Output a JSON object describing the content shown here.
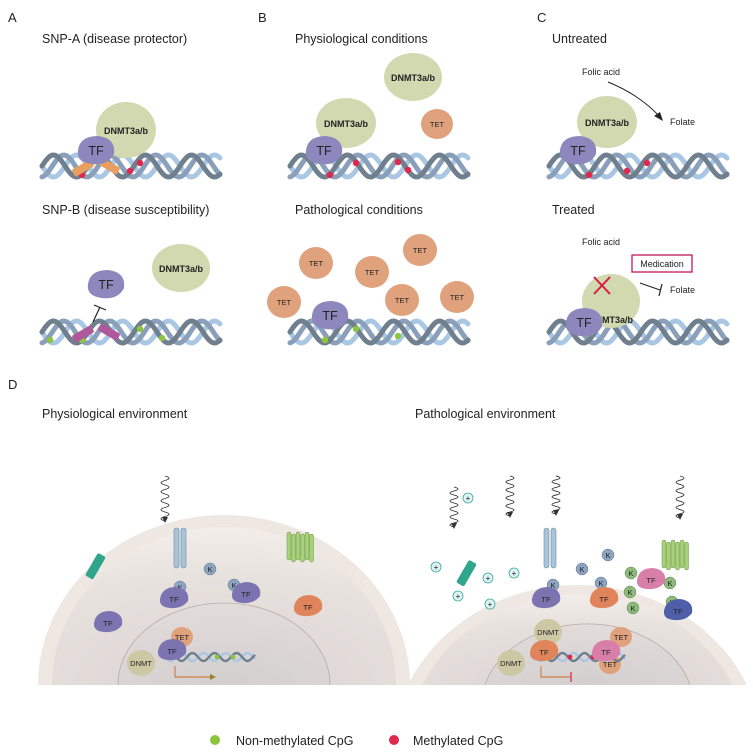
{
  "panels": {
    "A": {
      "letter": "A",
      "top_title": "SNP-A (disease protector)",
      "bottom_title": "SNP-B (disease susceptibility)"
    },
    "B": {
      "letter": "B",
      "top_title": "Physiological conditions",
      "bottom_title": "Pathological conditions"
    },
    "C": {
      "letter": "C",
      "top_title": "Untreated",
      "bottom_title": "Treated",
      "folic_acid": "Folic acid",
      "folate": "Folate",
      "medication": "Medication"
    },
    "D": {
      "letter": "D",
      "left_title": "Physiological environment",
      "right_title": "Pathological environment"
    }
  },
  "labels": {
    "dnmt3": "DNMT3a/b",
    "tf": "TF",
    "tet": "TET",
    "dnmt": "DNMT",
    "k": "K",
    "plus": "+"
  },
  "legend": {
    "non_methylated": "Non-methylated CpG",
    "methylated": "Methylated CpG"
  },
  "colors": {
    "dnmt3": "#d2d9b0",
    "tf": "#8e87bd",
    "tet": "#e0a27c",
    "green_cpg": "#8cc63f",
    "red_cpg": "#e0284f",
    "medication_border": "#c2185b",
    "cell": "#ede6e2"
  }
}
